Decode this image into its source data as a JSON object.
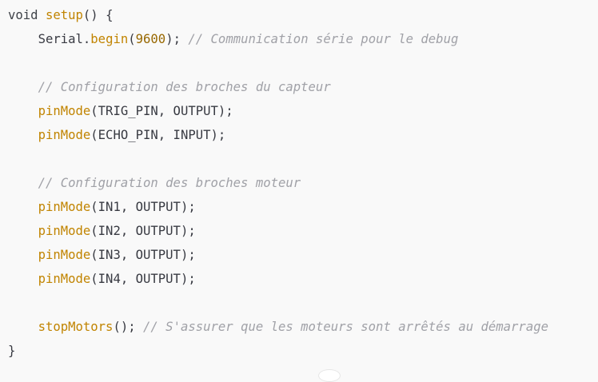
{
  "code": {
    "lines": [
      [
        {
          "t": "void ",
          "k": "kw"
        },
        {
          "t": "setup",
          "k": "fn"
        },
        {
          "t": "() {",
          "k": "p"
        }
      ],
      [
        {
          "t": "    ",
          "k": "p"
        },
        {
          "t": "Serial",
          "k": "id"
        },
        {
          "t": ".",
          "k": "p"
        },
        {
          "t": "begin",
          "k": "fn"
        },
        {
          "t": "(",
          "k": "p"
        },
        {
          "t": "9600",
          "k": "num"
        },
        {
          "t": "); ",
          "k": "p"
        },
        {
          "t": "// Communication série pour le debug",
          "k": "cm"
        }
      ],
      [],
      [
        {
          "t": "    ",
          "k": "p"
        },
        {
          "t": "// Configuration des broches du capteur",
          "k": "cm"
        }
      ],
      [
        {
          "t": "    ",
          "k": "p"
        },
        {
          "t": "pinMode",
          "k": "fn"
        },
        {
          "t": "(TRIG_PIN, OUTPUT);",
          "k": "id"
        }
      ],
      [
        {
          "t": "    ",
          "k": "p"
        },
        {
          "t": "pinMode",
          "k": "fn"
        },
        {
          "t": "(ECHO_PIN, INPUT);",
          "k": "id"
        }
      ],
      [],
      [
        {
          "t": "    ",
          "k": "p"
        },
        {
          "t": "// Configuration des broches moteur",
          "k": "cm"
        }
      ],
      [
        {
          "t": "    ",
          "k": "p"
        },
        {
          "t": "pinMode",
          "k": "fn"
        },
        {
          "t": "(IN1, OUTPUT);",
          "k": "id"
        }
      ],
      [
        {
          "t": "    ",
          "k": "p"
        },
        {
          "t": "pinMode",
          "k": "fn"
        },
        {
          "t": "(IN2, OUTPUT);",
          "k": "id"
        }
      ],
      [
        {
          "t": "    ",
          "k": "p"
        },
        {
          "t": "pinMode",
          "k": "fn"
        },
        {
          "t": "(IN3, OUTPUT);",
          "k": "id"
        }
      ],
      [
        {
          "t": "    ",
          "k": "p"
        },
        {
          "t": "pinMode",
          "k": "fn"
        },
        {
          "t": "(IN4, OUTPUT);",
          "k": "id"
        }
      ],
      [],
      [
        {
          "t": "    ",
          "k": "p"
        },
        {
          "t": "stopMotors",
          "k": "fn"
        },
        {
          "t": "(); ",
          "k": "p"
        },
        {
          "t": "// S'assurer que les moteurs sont arrêtés au démarrage",
          "k": "cm"
        }
      ],
      [
        {
          "t": "}",
          "k": "p"
        }
      ]
    ]
  },
  "colors": {
    "background": "#f9f9f9",
    "function": "#c18401",
    "number": "#986801",
    "comment": "#a0a1a7",
    "text": "#383a42"
  }
}
